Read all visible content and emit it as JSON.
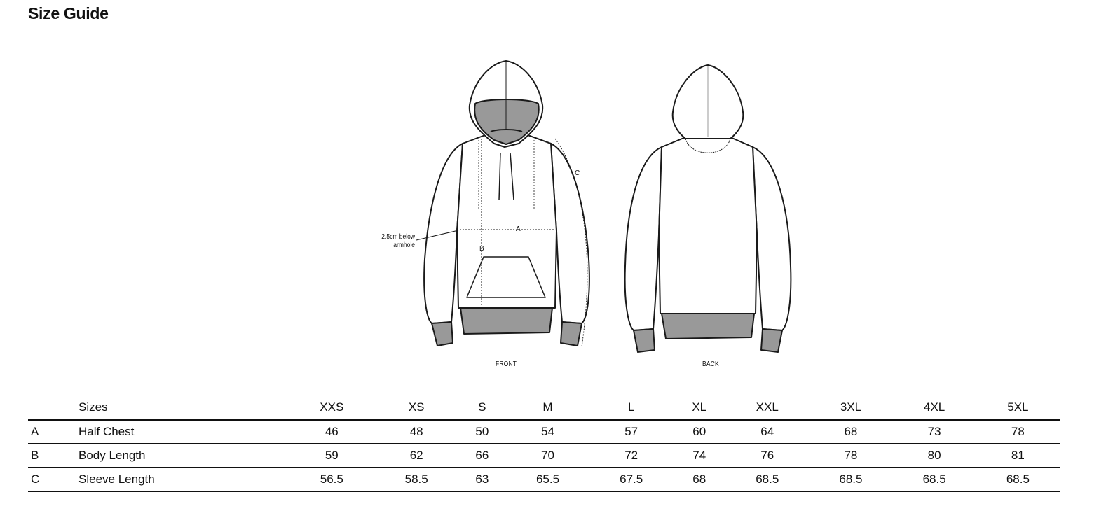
{
  "page": {
    "title": "Size Guide"
  },
  "illustration": {
    "front_label": "FRONT",
    "back_label": "BACK",
    "note": "2.5cm below armhole",
    "note_line1": "2.5cm below",
    "note_line2": "armhole",
    "markers": {
      "a": "A",
      "b": "B",
      "c": "C"
    },
    "colors": {
      "line": "#1a1a1a",
      "fill_gray": "#999999",
      "fill_white": "#ffffff"
    }
  },
  "table": {
    "header_label": "Sizes",
    "sizes": [
      "XXS",
      "XS",
      "S",
      "M",
      "L",
      "XL",
      "XXL",
      "3XL",
      "4XL",
      "5XL"
    ],
    "rows": [
      {
        "code": "A",
        "name": "Half Chest",
        "values": [
          "46",
          "48",
          "50",
          "54",
          "57",
          "60",
          "64",
          "68",
          "73",
          "78"
        ]
      },
      {
        "code": "B",
        "name": "Body Length",
        "values": [
          "59",
          "62",
          "66",
          "70",
          "72",
          "74",
          "76",
          "78",
          "80",
          "81"
        ]
      },
      {
        "code": "C",
        "name": "Sleeve Length",
        "values": [
          "56.5",
          "58.5",
          "63",
          "65.5",
          "67.5",
          "68",
          "68.5",
          "68.5",
          "68.5",
          "68.5"
        ]
      }
    ]
  }
}
